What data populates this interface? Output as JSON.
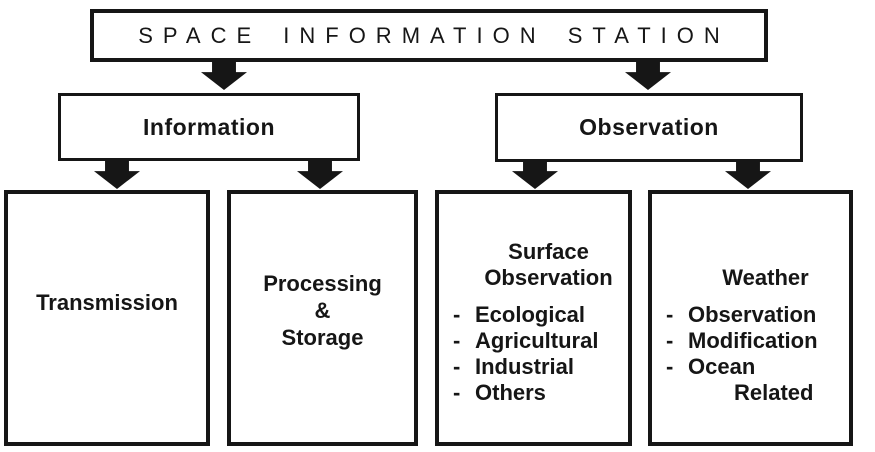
{
  "root": {
    "label": "SPACE INFORMATION STATION"
  },
  "branches": {
    "information": {
      "label": "Information"
    },
    "observation": {
      "label": "Observation"
    }
  },
  "leaves": {
    "transmission": {
      "label": "Transmission"
    },
    "processing_storage": {
      "lines": [
        "Processing",
        "&",
        "Storage"
      ]
    },
    "surface_observation": {
      "heading": [
        "Surface",
        "Observation"
      ],
      "items": [
        "Ecological",
        "Agricultural",
        "Industrial",
        "Others"
      ]
    },
    "weather": {
      "heading": "Weather",
      "items": [
        "Observation",
        "Modification",
        "Ocean"
      ],
      "item_wrap": "Related"
    }
  },
  "glyphs": {
    "bullet": "-"
  },
  "colors": {
    "ink": "#161616",
    "background": "#ffffff"
  }
}
